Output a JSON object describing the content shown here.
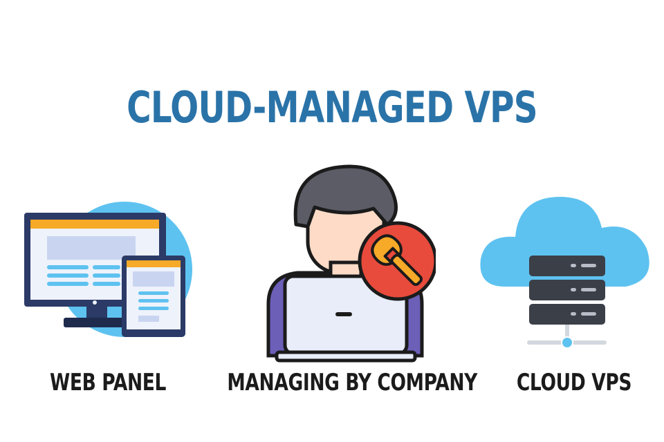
{
  "header": {
    "title": "CLOUD-MANAGED VPS"
  },
  "items": [
    {
      "label": "WEB PANEL",
      "icon": "web-panel-monitor-tablet-icon"
    },
    {
      "label": "MANAGING BY COMPANY",
      "icon": "support-person-wrench-icon"
    },
    {
      "label": "CLOUD VPS",
      "icon": "cloud-server-icon"
    }
  ],
  "colors": {
    "title": "#2a73a8",
    "label": "#1b1b1b",
    "navy": "#2b3a66",
    "orange": "#f7a928",
    "lightBlue": "#5ec2f0",
    "red": "#e84b3c",
    "purple": "#6c5fb8",
    "hair": "#5b5c66",
    "skin": "#fddbc6",
    "server": "#3b3f48"
  }
}
